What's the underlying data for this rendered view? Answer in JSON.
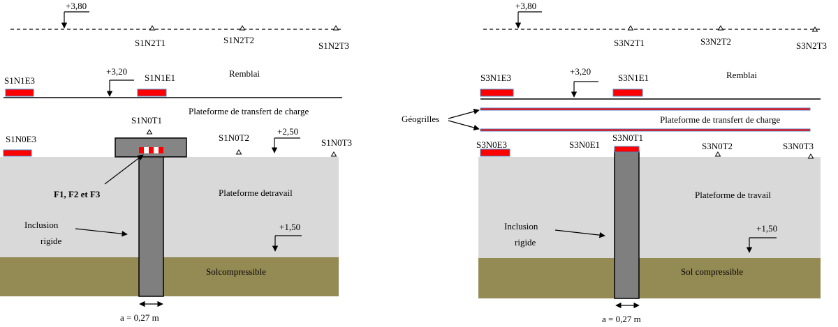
{
  "left_section": {
    "level_top": "+3,80",
    "top_sensors": [
      "S1N2T1",
      "S1N2T2",
      "S1N2T3"
    ],
    "sensor_n1e3": "S1N1E3",
    "level_embankment": "+3,20",
    "sensor_n1e1": "S1N1E1",
    "embankment": "Remblai",
    "load_transfer_platform": "Plateforme de transfert de charge",
    "sensor_n0t1": "S1N0T1",
    "sensor_n0e3": "S1N0E3",
    "sensor_n0t2": "S1N0T2",
    "level_platform": "+2,50",
    "sensor_n0t3": "S1N0T3",
    "gauges": "F1, F2 et F3",
    "working_platform": "Plateforme detravail",
    "inclusion_line1": "Inclusion",
    "inclusion_line2": "rigide",
    "level_soil": "+1,50",
    "soil": "Solcompressible",
    "dimension": "a = 0,27 m"
  },
  "right_section": {
    "level_top": "+3,80",
    "top_sensors": [
      "S3N2T1",
      "S3N2T2",
      "S3N2T3"
    ],
    "sensor_n1e3": "S3N1E3",
    "level_embankment": "+3,20",
    "sensor_n1e1": "S3N1E1",
    "embankment": "Remblai",
    "geogrids": "Géogrilles",
    "load_transfer_platform": "Plateforme de transfert de charge",
    "sensor_n0e3": "S3N0E3",
    "sensor_n0e1": "S3N0E1",
    "sensor_n0t1": "S3N0T1",
    "sensor_n0t2": "S3N0T2",
    "sensor_n0t3": "S3N0T3",
    "working_platform": "Plateforme de travail",
    "inclusion_line1": "Inclusion",
    "inclusion_line2": "rigide",
    "level_soil": "+1,50",
    "soil": "Sol compressible",
    "dimension": "a = 0,27 m"
  },
  "colors": {
    "working_platform": "#d9d9d9",
    "compressible_soil": "#948a54",
    "inclusion": "#7f7f7f",
    "pile_cap": "#858585",
    "sensor": "#ff0000",
    "gauge_gap": "#ffffff",
    "geogrid": "#ff0000"
  }
}
